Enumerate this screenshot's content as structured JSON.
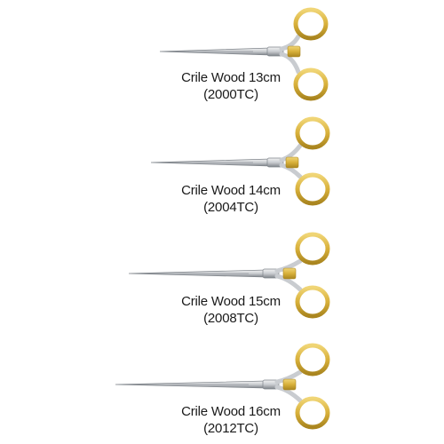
{
  "palette": {
    "gold": "#d8b03a",
    "gold_light": "#f0d576",
    "gold_dark": "#a9851f",
    "steel": "#c9ccd0",
    "steel_light": "#f2f3f4",
    "steel_dark": "#7f848a"
  },
  "products": [
    {
      "name": "Crile Wood 13cm",
      "code": "(2000TC)",
      "icon": "needle-holder-icon"
    },
    {
      "name": "Crile Wood 14cm",
      "code": "(2004TC)",
      "icon": "needle-holder-icon"
    },
    {
      "name": "Crile Wood 15cm",
      "code": "(2008TC)",
      "icon": "needle-holder-icon"
    },
    {
      "name": "Crile Wood 16cm",
      "code": "(2012TC)",
      "icon": "needle-holder-icon"
    }
  ]
}
